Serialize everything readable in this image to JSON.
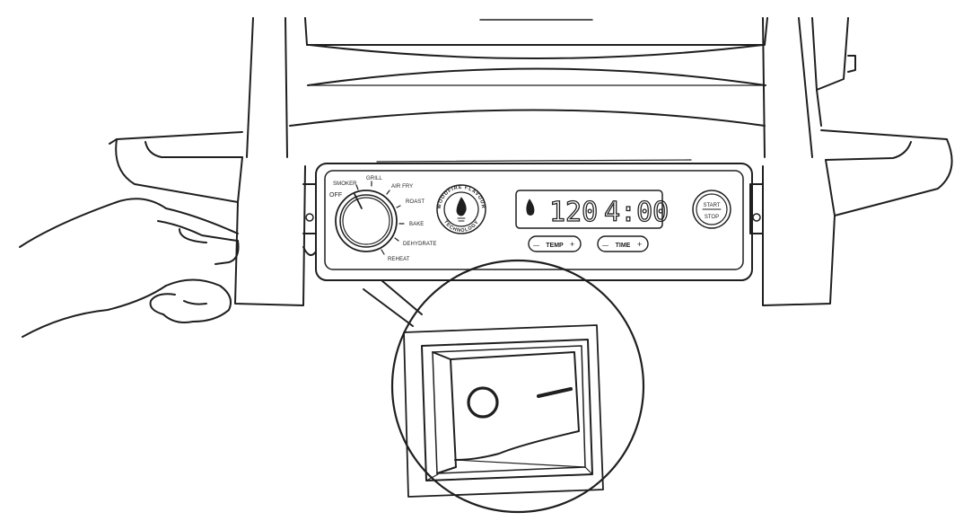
{
  "dial": {
    "off": "OFF",
    "smoker": "SMOKER",
    "grill": "GRILL",
    "air_fry": "AIR FRY",
    "roast": "ROAST",
    "bake": "BAKE",
    "dehydrate": "DEHYDRATE",
    "reheat": "REHEAT"
  },
  "badge": {
    "top": "WOODFIRE FLAVOUR",
    "bottom": "TECHNOLOGY"
  },
  "display": {
    "temp_value": "120",
    "time_value": "4:00"
  },
  "buttons": {
    "temp_minus": "—",
    "temp_label": "TEMP",
    "temp_plus": "+",
    "time_minus": "—",
    "time_label": "TIME",
    "time_plus": "+",
    "start": "START",
    "stop": "STOP"
  }
}
